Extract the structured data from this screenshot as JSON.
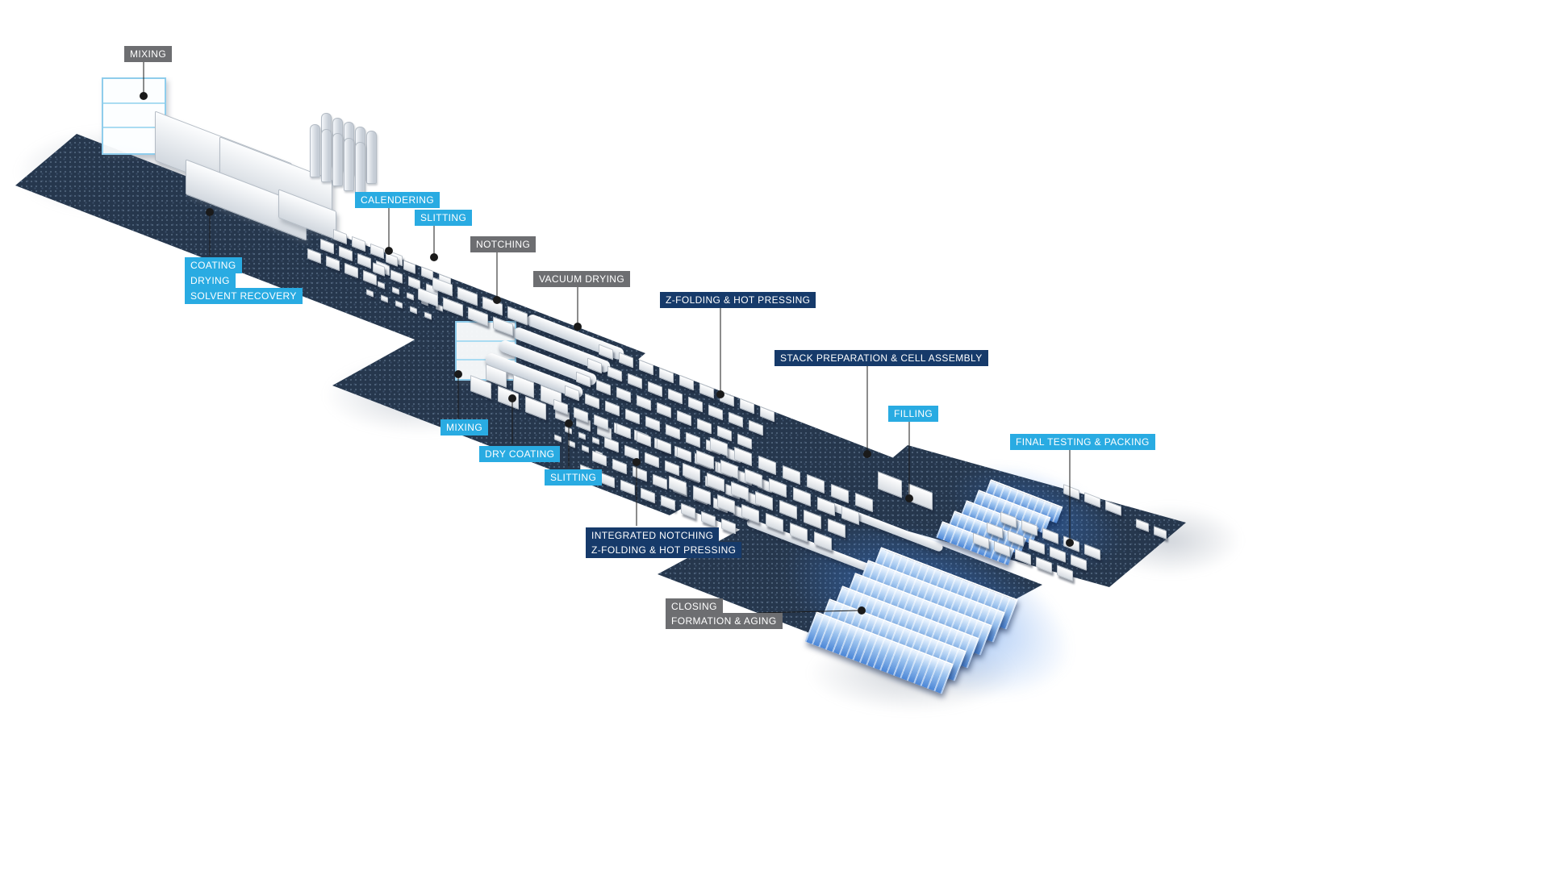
{
  "scene": {
    "colors": {
      "label_cyan": "#29abe2",
      "label_gray": "#6d6e71",
      "label_navy": "#163a6a",
      "floor_dark": "#26374d",
      "rack_blue": "#4b86d7",
      "leader_dot": "#1a1a1a"
    },
    "labels": {
      "mixing_1": "MIXING",
      "coating": "COATING",
      "drying": "DRYING",
      "solvent_recovery": "SOLVENT RECOVERY",
      "calendering": "CALENDERING",
      "slitting_1": "SLITTING",
      "notching": "NOTCHING",
      "vacuum_drying": "VACUUM DRYING",
      "z_folding_hot_pressing_1": "Z-FOLDING & HOT PRESSING",
      "stack_preparation_cell_assembly": "STACK PREPARATION & CELL ASSEMBLY",
      "filling": "FILLING",
      "final_testing_packing": "FINAL TESTING & PACKING",
      "mixing_2": "MIXING",
      "dry_coating": "DRY COATING",
      "slitting_2": "SLITTING",
      "integrated_notching": "INTEGRATED NOTCHING",
      "z_folding_hot_pressing_2": "Z-FOLDING & HOT PRESSING",
      "closing": "CLOSING",
      "formation_aging": "FORMATION & AGING"
    }
  }
}
